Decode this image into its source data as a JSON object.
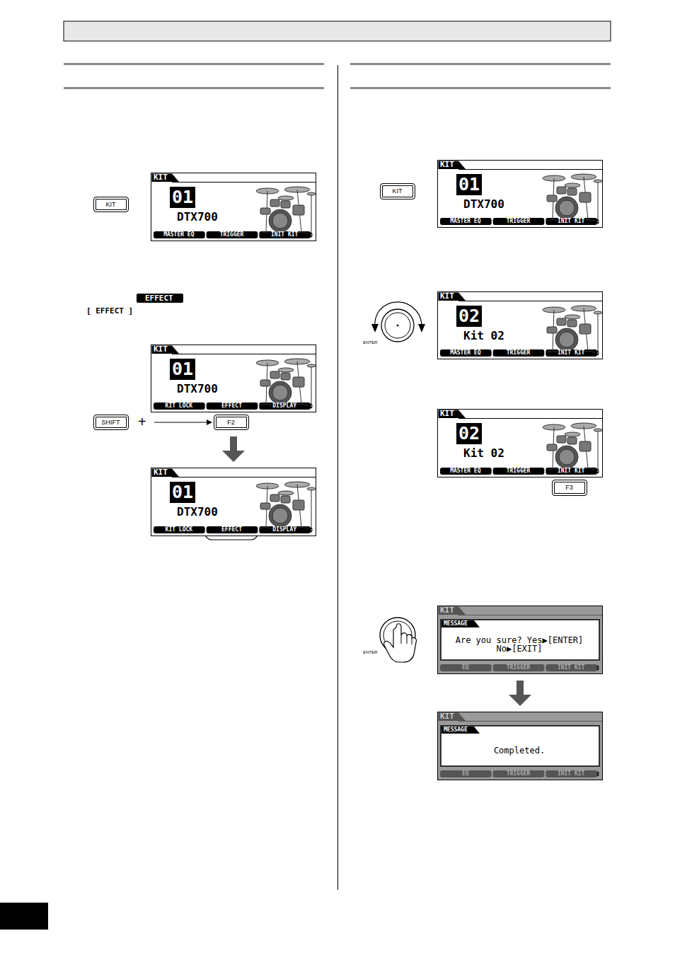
{
  "diagram": {
    "nodes": [
      {
        "text": [
          "KIT"
        ]
      },
      {
        "text": [
          "KIT",
          "01",
          "DTX700",
          "MASTER EQ",
          "TRIGGER",
          "INIT KIT"
        ]
      },
      {
        "text": [
          "KIT",
          "01",
          "DTX700",
          "KIT LOCK",
          "EFFECT",
          "DISPLAY"
        ]
      },
      {
        "text": [
          "SHIFT"
        ]
      },
      {
        "text": [
          "F2"
        ]
      },
      {
        "text": [
          "KIT",
          "01",
          "DTX700",
          "KIT LOCK",
          "EFFECT",
          "DISPLAY"
        ]
      },
      {
        "text": [
          "KIT"
        ]
      },
      {
        "text": [
          "KIT",
          "01",
          "DTX700",
          "MASTER EQ",
          "TRIGGER",
          "INIT KIT"
        ]
      },
      {
        "text": [
          "KIT",
          "02",
          "Kit 02",
          "MASTER EQ",
          "TRIGGER",
          "INIT KIT"
        ]
      },
      {
        "text": [
          "KIT",
          "02",
          "Kit 02",
          "MASTER EQ",
          "TRIGGER",
          "INIT KIT"
        ]
      },
      {
        "text": [
          "F3"
        ]
      },
      {
        "text": [
          "KIT",
          "MESSAGE",
          "Are you sure? Yes▶[ENTER] No▶[EXIT]",
          "EQ",
          "TRIGGER",
          "INIT KIT"
        ]
      },
      {
        "text": [
          "KIT",
          "MESSAGE",
          "Completed.",
          "EQ",
          "TRIGGER",
          "INIT KIT"
        ]
      }
    ],
    "edges": [
      {
        "from": 3,
        "to": 4,
        "arrow": "to"
      },
      {
        "from": 4,
        "to": 5,
        "arrow": "to"
      },
      {
        "from": 11,
        "to": 12,
        "arrow": "to"
      }
    ],
    "labels": [
      "EFFECT",
      "[ EFFECT ]",
      "+",
      "ENTER",
      "ENTER"
    ]
  }
}
